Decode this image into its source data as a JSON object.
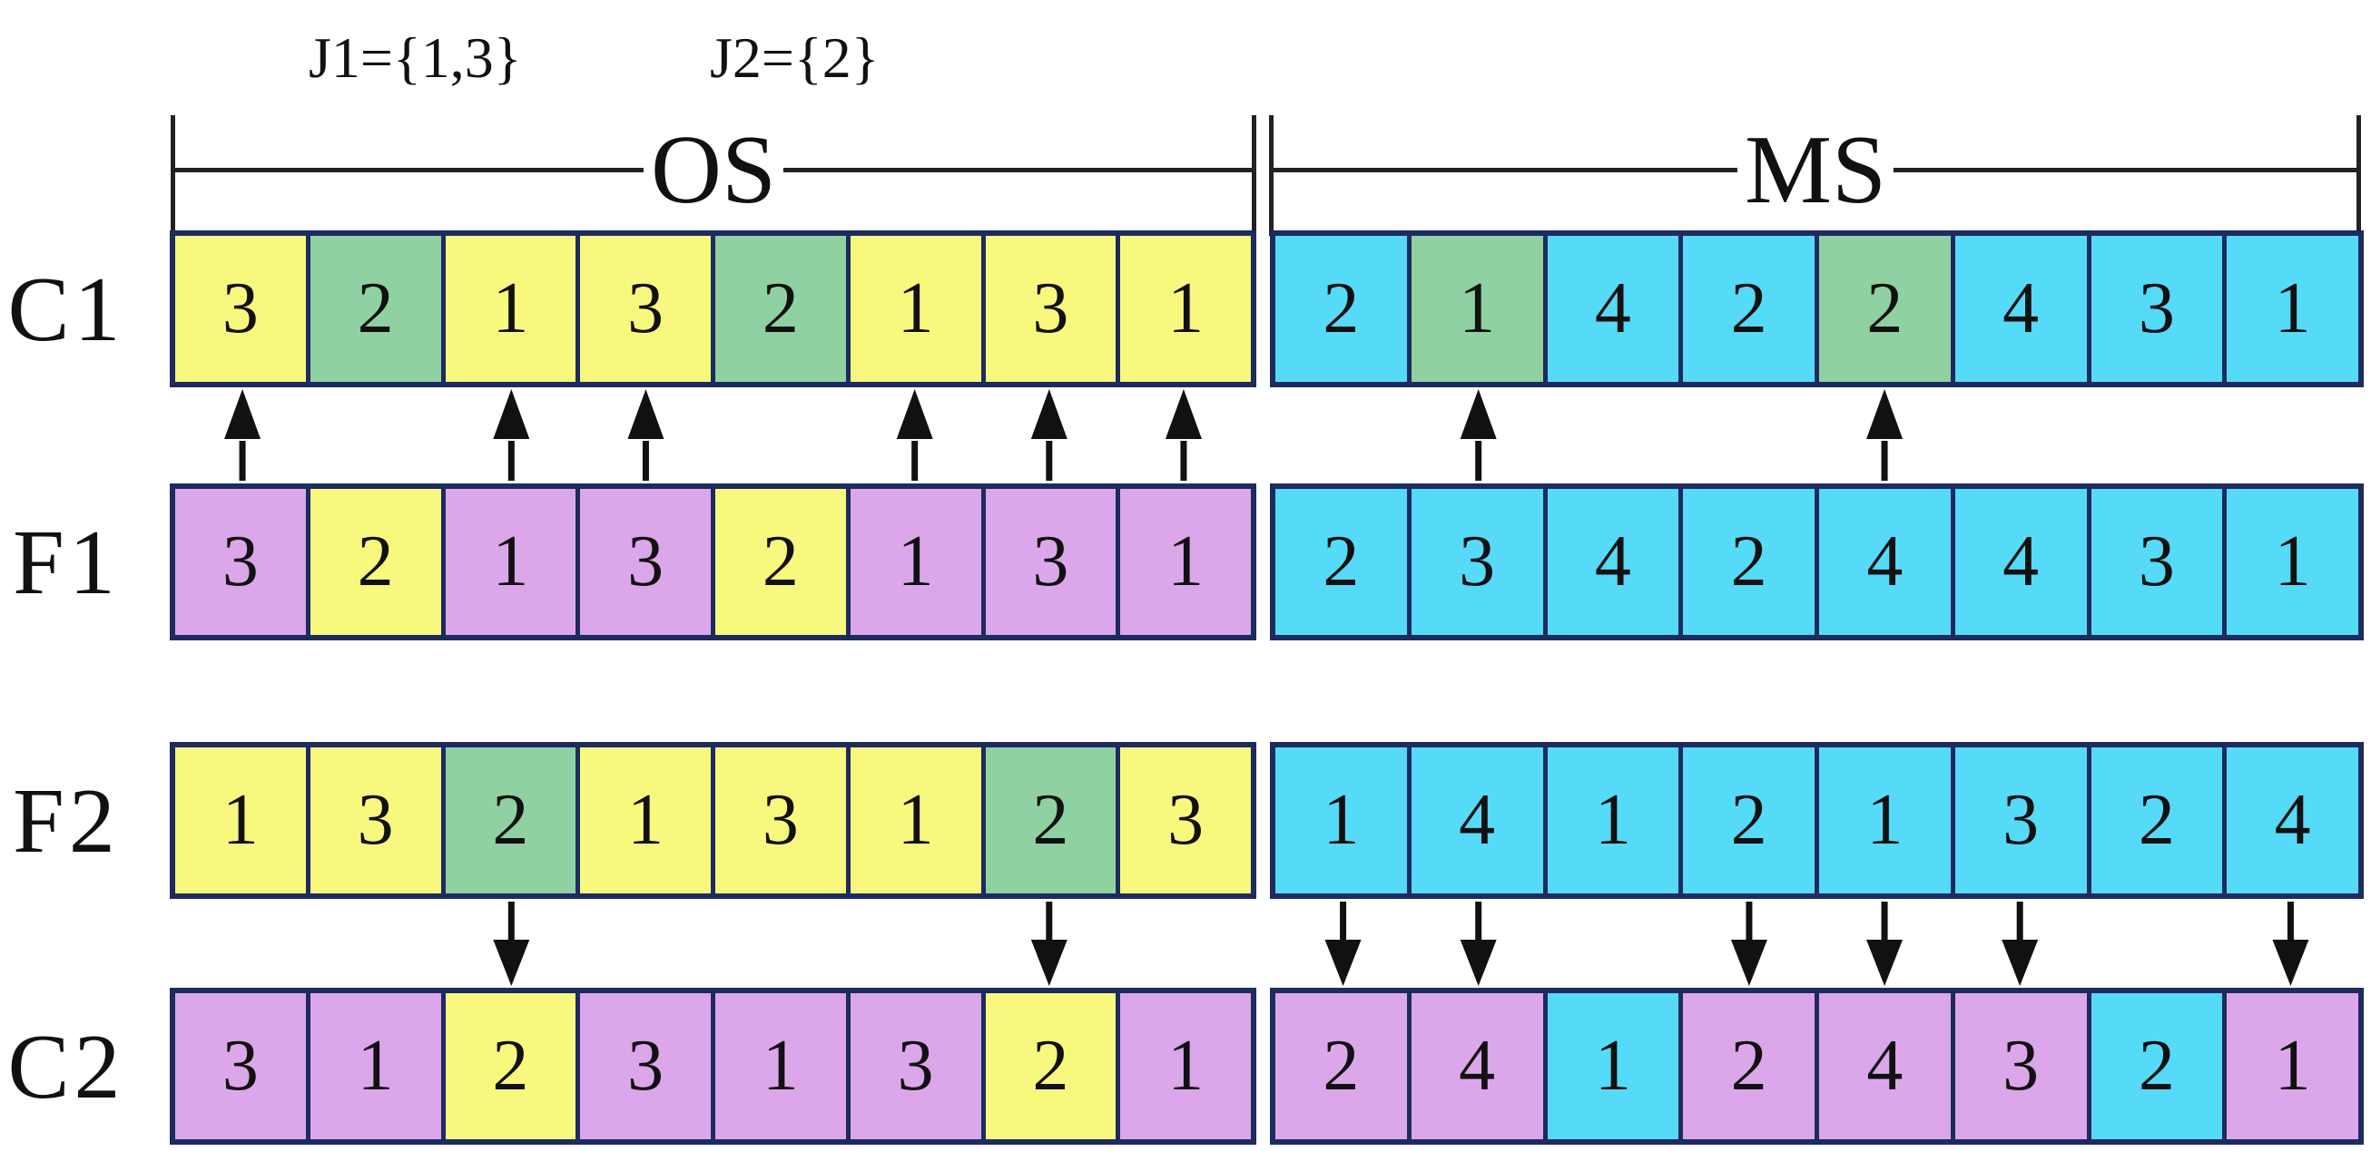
{
  "jobs": {
    "j1": "J1={1,3}",
    "j2": "J2={2}"
  },
  "sections": {
    "os": "OS",
    "ms": "MS"
  },
  "colors": {
    "yellow": "#f8f87e",
    "green": "#90d1a1",
    "cyan": "#55dbf7",
    "purple": "#dca7ea",
    "border": "#1d2b5f",
    "arrow": "#111111"
  },
  "rows": {
    "c1": {
      "label": "C1",
      "os_values": [
        "3",
        "2",
        "1",
        "3",
        "2",
        "1",
        "3",
        "1"
      ],
      "os_colors": [
        "yellow",
        "green",
        "yellow",
        "yellow",
        "green",
        "yellow",
        "yellow",
        "yellow"
      ],
      "ms_values": [
        "2",
        "1",
        "4",
        "2",
        "2",
        "4",
        "3",
        "1"
      ],
      "ms_colors": [
        "cyan",
        "green",
        "cyan",
        "cyan",
        "green",
        "cyan",
        "cyan",
        "cyan"
      ]
    },
    "f1": {
      "label": "F1",
      "os_values": [
        "3",
        "2",
        "1",
        "3",
        "2",
        "1",
        "3",
        "1"
      ],
      "os_colors": [
        "purple",
        "yellow",
        "purple",
        "purple",
        "yellow",
        "purple",
        "purple",
        "purple"
      ],
      "ms_values": [
        "2",
        "3",
        "4",
        "2",
        "4",
        "4",
        "3",
        "1"
      ],
      "ms_colors": [
        "cyan",
        "cyan",
        "cyan",
        "cyan",
        "cyan",
        "cyan",
        "cyan",
        "cyan"
      ]
    },
    "f2": {
      "label": "F2",
      "os_values": [
        "1",
        "3",
        "2",
        "1",
        "3",
        "1",
        "2",
        "3"
      ],
      "os_colors": [
        "yellow",
        "yellow",
        "green",
        "yellow",
        "yellow",
        "yellow",
        "green",
        "yellow"
      ],
      "ms_values": [
        "1",
        "4",
        "1",
        "2",
        "1",
        "3",
        "2",
        "4"
      ],
      "ms_colors": [
        "cyan",
        "cyan",
        "cyan",
        "cyan",
        "cyan",
        "cyan",
        "cyan",
        "cyan"
      ]
    },
    "c2": {
      "label": "C2",
      "os_values": [
        "3",
        "1",
        "2",
        "3",
        "1",
        "3",
        "2",
        "1"
      ],
      "os_colors": [
        "purple",
        "purple",
        "yellow",
        "purple",
        "purple",
        "purple",
        "yellow",
        "purple"
      ],
      "ms_values": [
        "2",
        "4",
        "1",
        "2",
        "4",
        "3",
        "2",
        "1"
      ],
      "ms_colors": [
        "purple",
        "purple",
        "cyan",
        "purple",
        "purple",
        "purple",
        "cyan",
        "purple"
      ]
    }
  },
  "arrows": [
    {
      "name": "f1-to-c1-os",
      "direction": "up",
      "section": "os",
      "cells": [
        1,
        3,
        4,
        6,
        7,
        8
      ]
    },
    {
      "name": "f1-to-c1-ms",
      "direction": "up",
      "section": "ms",
      "cells": [
        2,
        5
      ]
    },
    {
      "name": "f2-to-c2-os",
      "direction": "down",
      "section": "os",
      "cells": [
        3,
        7
      ]
    },
    {
      "name": "f2-to-c2-ms",
      "direction": "down",
      "section": "ms",
      "cells": [
        1,
        2,
        4,
        5,
        6,
        8
      ]
    }
  ]
}
